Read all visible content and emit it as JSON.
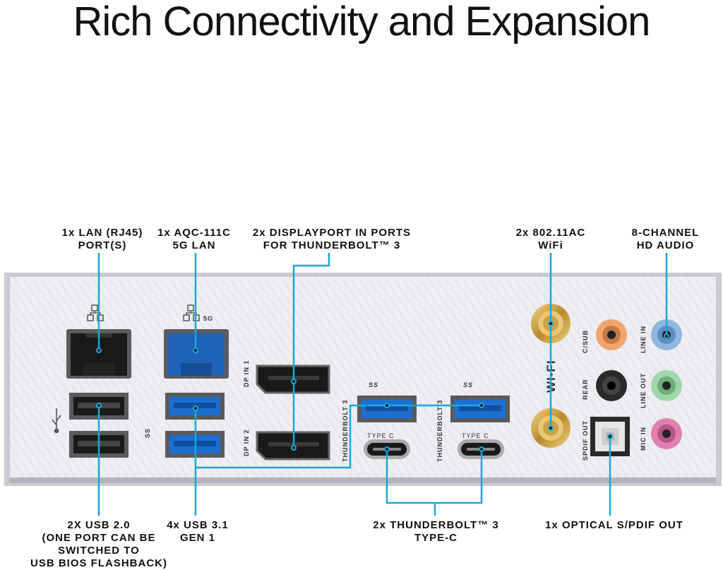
{
  "title": "Rich Connectivity and Expansion",
  "callouts": {
    "lan": "1x LAN (RJ45)\nPORT(S)",
    "aqc": "1x AQC-111C\n5G LAN",
    "displayport": "2x DISPLAYPORT IN PORTS\nFOR THUNDERBOLT™ 3",
    "wifi": "2x 802.11AC\nWiFi",
    "audio": "8-CHANNEL\nHD AUDIO",
    "usb20": "2X USB 2.0\n(ONE PORT CAN BE\nSWITCHED TO\nUSB BIOS FLASHBACK)",
    "usb31": "4x USB 3.1\nGEN 1",
    "thunderbolt": "2x THUNDERBOLT™ 3\nTYPE-C",
    "spdif": "1x OPTICAL S/PDIF OUT"
  },
  "panel_labels": {
    "dp_in_1": "DP IN 1",
    "dp_in_2": "DP IN 2",
    "thunderbolt_3_a": "THUNDERBOLT 3",
    "thunderbolt_3_b": "THUNDERBOLT 3",
    "type_c_a": "TYPE C",
    "type_c_b": "TYPE C",
    "wifi": "WI-FI",
    "c_sub": "C/SUB",
    "rear": "REAR",
    "spdif_out": "SPDIF OUT",
    "line_in": "LINE IN",
    "line_out": "LINE OUT",
    "mic_in": "MIC IN",
    "ss_a": "SS",
    "ss_b": "SS",
    "ss_c": "SS",
    "five_g": "5G"
  },
  "colors": {
    "callout_line": "#1aa7d8",
    "usb3_blue": "#1c6fd0",
    "c_sub_jack": "#f0a56e",
    "line_in_jack": "#8fb8e0",
    "line_out_jack": "#9fd8a8",
    "mic_in_jack": "#e080b0"
  }
}
